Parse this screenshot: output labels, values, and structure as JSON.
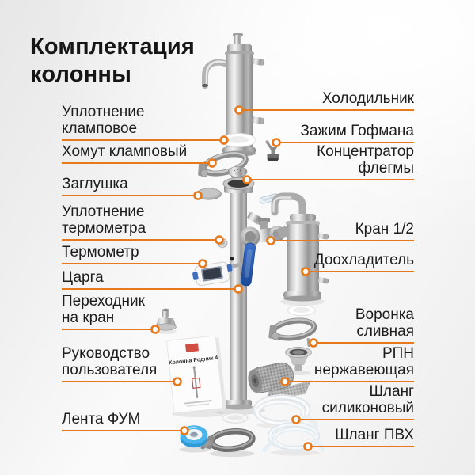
{
  "page": {
    "title": "Комплектация колонны"
  },
  "colors": {
    "accent": "#E8791B",
    "text": "#1D1D1D",
    "handle_blue": "#2E5FB0",
    "fum_blue": "#4AB5EC"
  },
  "labels": {
    "left": [
      {
        "id": "clamp-seal",
        "text": "Уплотнение кламповое"
      },
      {
        "id": "clamp",
        "text": "Хомут кламповый"
      },
      {
        "id": "plug",
        "text": "Заглушка"
      },
      {
        "id": "thermometer-seal",
        "text": "Уплотнение термометра"
      },
      {
        "id": "thermometer",
        "text": "Термометр"
      },
      {
        "id": "tsarga",
        "text": "Царга"
      },
      {
        "id": "tap-adapter",
        "text": "Переходник на кран"
      },
      {
        "id": "user-manual",
        "text": "Руководство пользователя"
      },
      {
        "id": "fum-tape",
        "text": "Лента ФУМ"
      }
    ],
    "right": [
      {
        "id": "condenser",
        "text": "Холодильник"
      },
      {
        "id": "hofmann-clamp",
        "text": "Зажим Гофмана"
      },
      {
        "id": "reflux-concentrator",
        "text": "Концентратор флегмы"
      },
      {
        "id": "valve-half-inch",
        "text": "Кран 1/2"
      },
      {
        "id": "after-cooler",
        "text": "Доохладитель"
      },
      {
        "id": "drain-funnel",
        "text": "Воронка сливная"
      },
      {
        "id": "rpn-packing",
        "text": "РПН нержавеющая"
      },
      {
        "id": "silicone-hose",
        "text": "Шланг силиконовый"
      },
      {
        "id": "pvc-hose",
        "text": "Шланг ПВХ"
      }
    ]
  },
  "manual": {
    "title": "Колонна Родник 4"
  }
}
